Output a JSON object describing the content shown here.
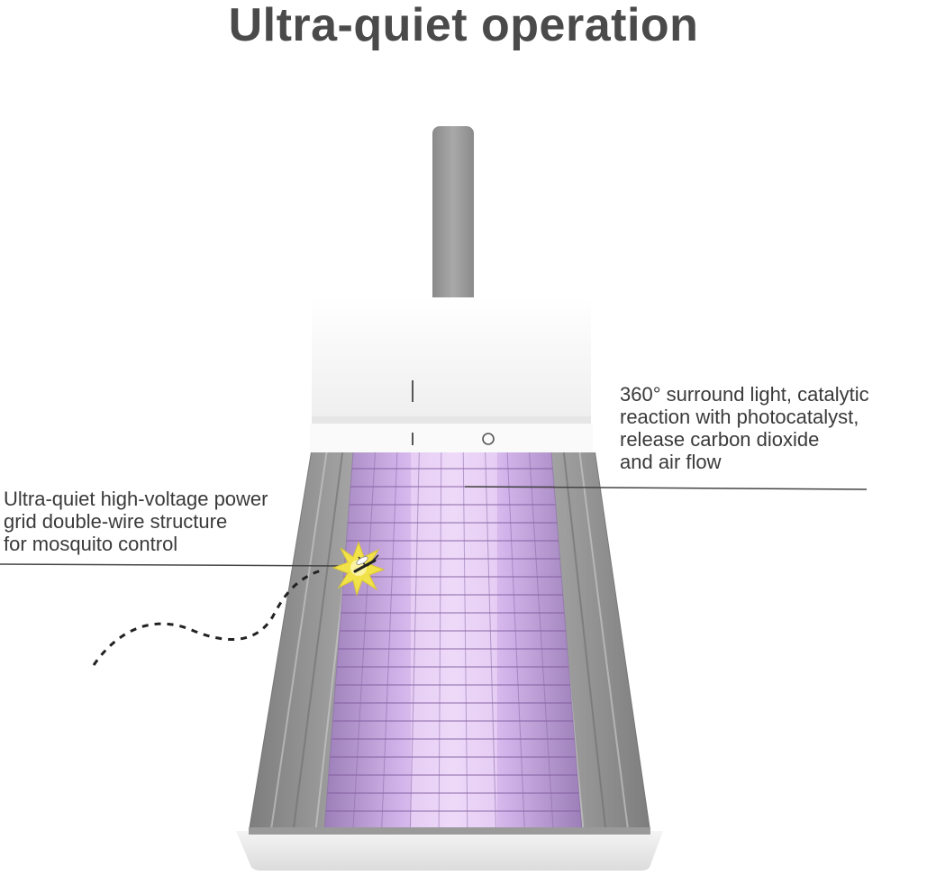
{
  "title": "Ultra-quiet operation",
  "callouts": {
    "right": {
      "lines": [
        "360° surround light, catalytic",
        "reaction with photocatalyst,",
        "release carbon dioxide",
        "and air flow"
      ]
    },
    "left": {
      "lines": [
        "Ultra-quiet high-voltage power",
        "grid double-wire structure",
        "for mosquito control"
      ]
    }
  },
  "switch_labels": {
    "on": "I",
    "off": "O"
  },
  "colors": {
    "title": "#4a4a4a",
    "body_gray": "#8d8d8d",
    "cap_white": "#f7f7f7",
    "purple_glow": "#c9a6e0",
    "spark_yellow": "#f2e24a"
  }
}
